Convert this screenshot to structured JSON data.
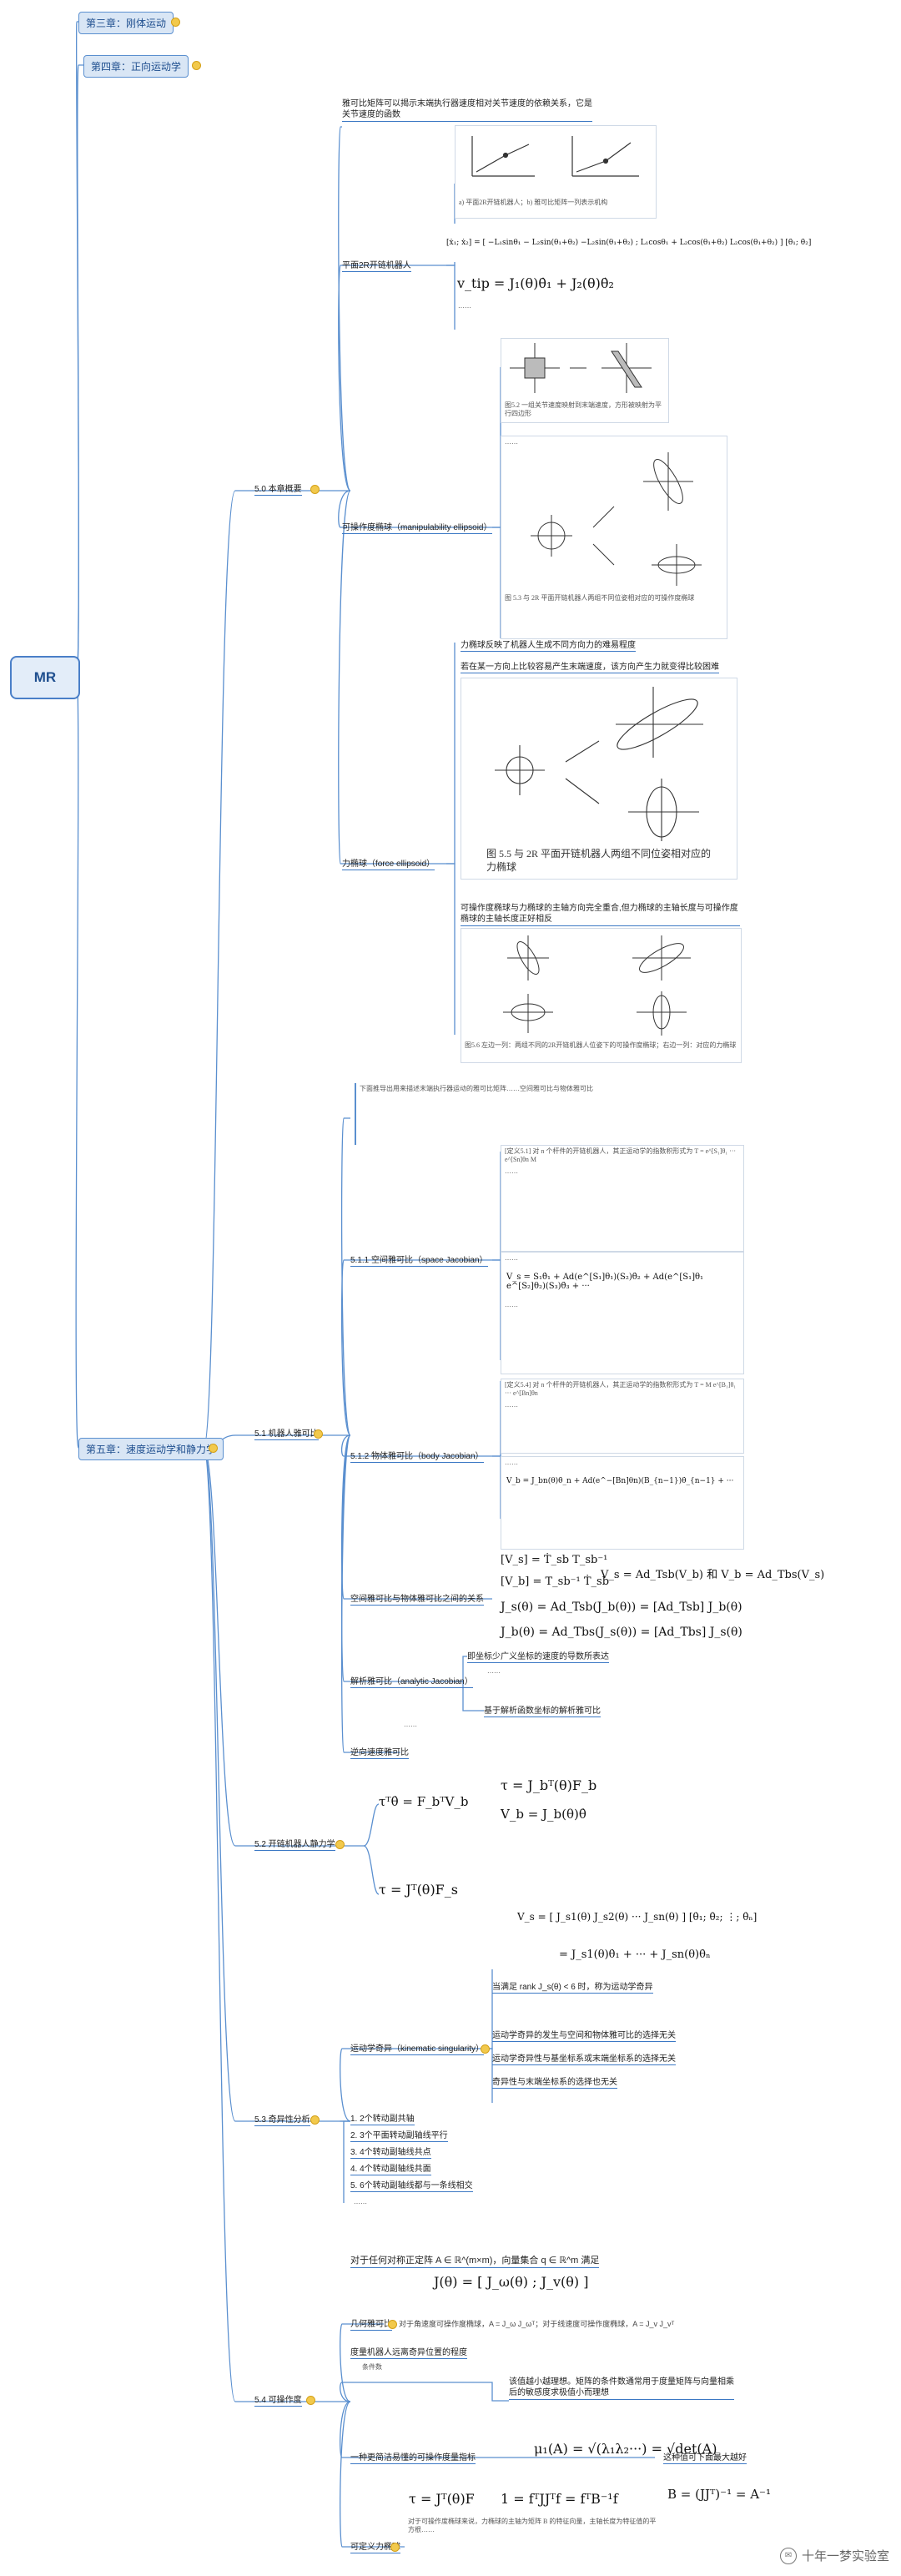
{
  "root": "MR",
  "chapters": {
    "ch3": "第三章：刚体运动",
    "ch4": "第四章：正向运动学",
    "ch5": "第五章：速度运动学和静力学"
  },
  "sections": {
    "s50": "5.0 本章概要",
    "s51": "5.1 机器人雅可比",
    "s52": "5.2 开链机器人静力学",
    "s53": "5.3 奇异性分析",
    "s54": "5.4 可操作度"
  },
  "s50": {
    "intro": "雅可比矩阵可以揭示末端执行器速度相对关节速度的依赖关系，它是关节速度的函数",
    "planar": "平面2R开链机器人",
    "planar_eq": "v_tip = J₁(θ)θ̇₁ + J₂(θ)θ̇₂",
    "planar_matrix": "[ẋ₁; ẋ₂] = [ −L₁sinθ₁ − L₂sin(θ₁+θ₂)   −L₂sin(θ₁+θ₂) ; L₁cosθ₁ + L₂cos(θ₁+θ₂)   L₂cos(θ₁+θ₂) ] [θ̇₁; θ̇₂]",
    "fig_cap1": "a) 平面2R开链机器人；b) 雅可比矩阵一列表示机构",
    "fig_cap2": "图5.2 一组关节速度映射到末端速度，方形被映射为平行四边形",
    "manip": "可操作度椭球（manipulability ellipsoid）",
    "fig_cap3": "图 5.3  与 2R 平面开链机器人两组不同位姿相对应的可操作度椭球",
    "force": "力椭球（force ellipsoid）",
    "force_n1": "力椭球反映了机器人生成不同方向力的难易程度",
    "force_n2": "若在某一方向上比较容易产生末端速度，该方向产生力就变得比较困难",
    "fig_cap4": "图 5.5   与 2R 平面开链机器人两组不同位姿相对应的力椭球",
    "force_n3": "可操作度椭球与力椭球的主轴方向完全重合,但力椭球的主轴长度与可操作度椭球的主轴长度正好相反",
    "fig_cap5": "图5.6 左边一列：两组不同的2R开链机器人位姿下的可操作度椭球；右边一列：对应的力椭球"
  },
  "s51": {
    "desc": "下面推导出用来描述末端执行器运动的雅可比矩阵……空间雅可比与物体雅可比",
    "space_jac": "5.1.1 空间雅可比（space Jacobian）",
    "space_eq": "V_s = S₁θ̇₁ + Ad(e^[S₁]θ₁)(S₂)θ̇₂ + Ad(e^[S₁]θ₁ e^[S₂]θ₂)(S₃)θ̇₃ + ···",
    "space_def": "[定义5.1] 对 n 个杆件的开链机器人，其正运动学的指数积形式为 T = e^[S₁]θ₁ ··· e^[Sn]θn M",
    "body_jac": "5.1.2 物体雅可比（body Jacobian）",
    "body_eq": "V_b = J_bn(θ)θ̇_n + Ad(e^−[Bn]θn)(B_{n−1})θ̇_{n−1} + ···",
    "body_def": "[定义5.4] 对 n 个杆件的开链机器人，其正运动学的指数积形式为 T = M e^[B₁]θ₁ ··· e^[Bn]θn",
    "relation": "空间雅可比与物体雅可比之间的关系",
    "rel_eq1": "[V_s] = Ṫ_sb T_sb⁻¹",
    "rel_eq2": "[V_b] = T_sb⁻¹ Ṫ_sb",
    "rel_eq3": "V_s = Ad_Tsb(V_b) 和 V_b = Ad_Tbs(V_s)",
    "rel_eq4": "J_s(θ) = Ad_Tsb(J_b(θ)) = [Ad_Tsb] J_b(θ)",
    "rel_eq5": "J_b(θ) = Ad_Tbs(J_s(θ)) = [Ad_Tbs] J_s(θ)",
    "analytic": "解析雅可比（analytic Jacobian）",
    "analytic_n1": "即坐标少广义坐标的速度的导数所表达",
    "analytic_n2": "基于解析函数坐标的解析雅可比",
    "inverse": "逆向速度雅可比"
  },
  "s52": {
    "eq1": "τ = J_bᵀ(θ)F_b",
    "eq2": "τᵀθ̇ = F_bᵀV_b",
    "eq3": "V_b = J_b(θ)θ̇",
    "eq4": "τ = Jᵀ(θ)F_s"
  },
  "s53": {
    "jac_eq": "V_s = [ J_s1(θ)   J_s2(θ)   ···   J_sn(θ) ] [θ̇₁; θ̇₂; ⋮; θ̇ₙ]",
    "jac_eq2": "= J_s1(θ)θ̇₁ + ··· + J_sn(θ)θ̇ₙ",
    "kin": "运动学奇异（kinematic singularity）",
    "kin_n1": "当满足 rank J_s(θ) < 6 时，称为运动学奇异",
    "kin_n2": "运动学奇异的发生与空间和物体雅可比的选择无关",
    "kin_n3": "运动学奇异性与基坐标系或末端坐标系的选择无关",
    "kin_n4": "奇异性与末端坐标系的选择也无关",
    "cases": [
      "1. 2个转动副共轴",
      "2. 3个平面转动副轴线平行",
      "3. 4个转动副轴线共点",
      "4. 4个转动副轴线共面",
      "5. 6个转动副轴线都与一条线相交"
    ]
  },
  "s54": {
    "intro": "对于任何对称正定阵 A ∈ ℝ^(m×m)，向量集合 q ∈ ℝ^m 满足",
    "jac": "J(θ) = [ J_ω(θ) ; J_v(θ) ]",
    "geom": "几何雅可比",
    "geom_n": "对于角速度可操作度椭球，A = J_ω J_ωᵀ；对于线速度可操作度椭球，A = J_v J_vᵀ",
    "measure": "度量机器人远离奇异位置的程度",
    "cond": "条件数",
    "cond_n": "该值越小越理想。矩阵的条件数通常用于度量矩阵与向量相乘后的敏感度求极值小而理想",
    "vol": "一种更简洁易懂的可操作度量指标",
    "vol_eq": "μ₁(A) = √(λ₁λ₂···) = √det(A)",
    "vol_n": "这种值可下面最大越好",
    "force_eq1": "τ = Jᵀ(θ)F",
    "force_eq2": "1 = fᵀJJᵀf = fᵀB⁻¹f",
    "force_eq3": "B = (JJᵀ)⁻¹ = A⁻¹",
    "force": "可定义力椭球",
    "force_n": "对于可操作度椭球来说，力椭球的主轴为矩阵 B 的特征向量，主轴长度为特征值的平方根……"
  },
  "watermark": "十年一梦实验室"
}
